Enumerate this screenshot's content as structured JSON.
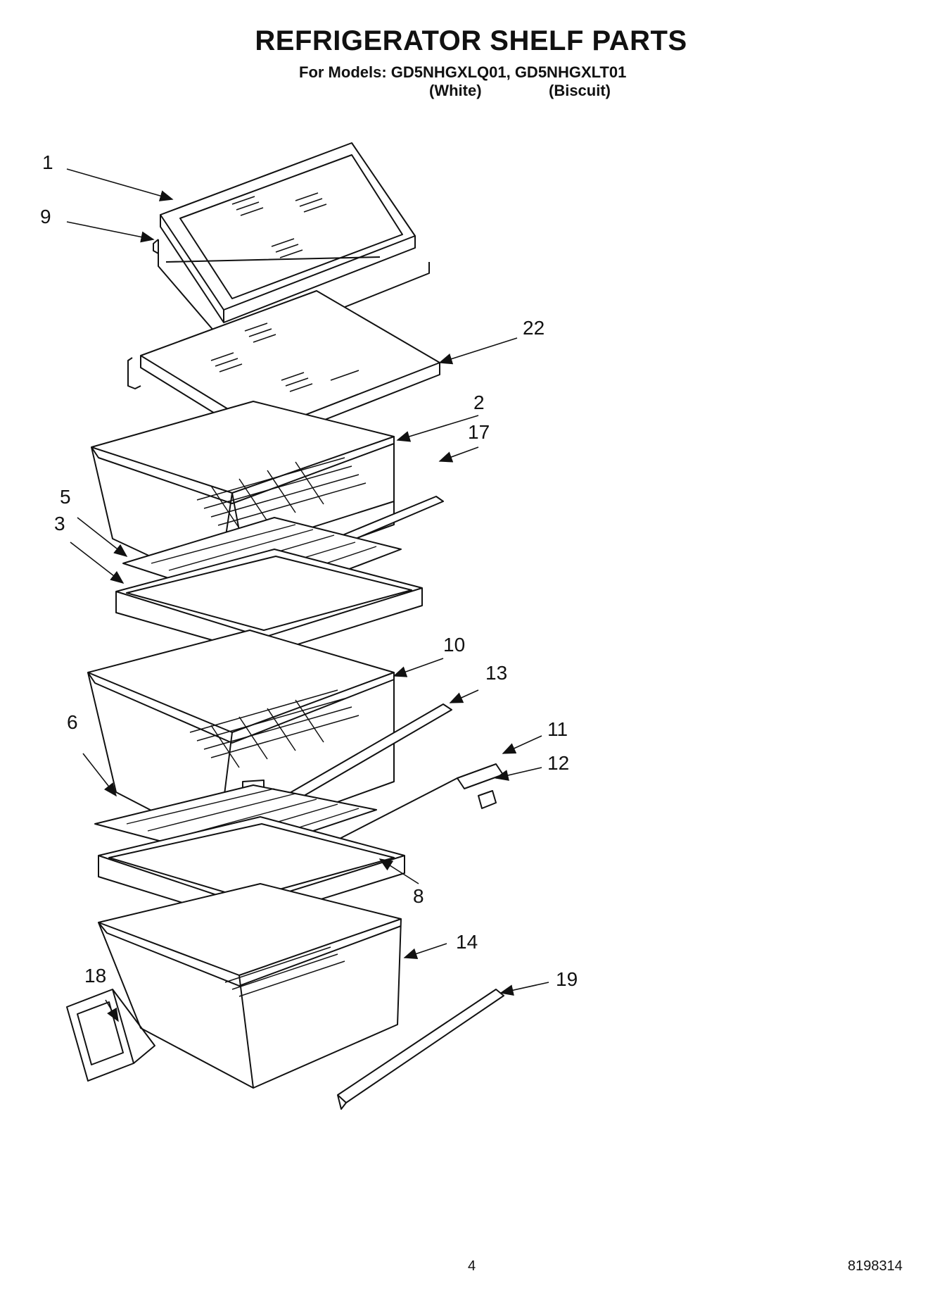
{
  "header": {
    "title": "REFRIGERATOR SHELF PARTS",
    "models_line": "For Models: GD5NHGXLQ01, GD5NHGXLT01",
    "variants": [
      "(White)",
      "(Biscuit)"
    ]
  },
  "callouts": [
    "1",
    "9",
    "22",
    "2",
    "17",
    "5",
    "3",
    "10",
    "13",
    "6",
    "11",
    "12",
    "8",
    "14",
    "18",
    "19"
  ],
  "footer": {
    "page_number": "4",
    "doc_number": "8198314"
  }
}
